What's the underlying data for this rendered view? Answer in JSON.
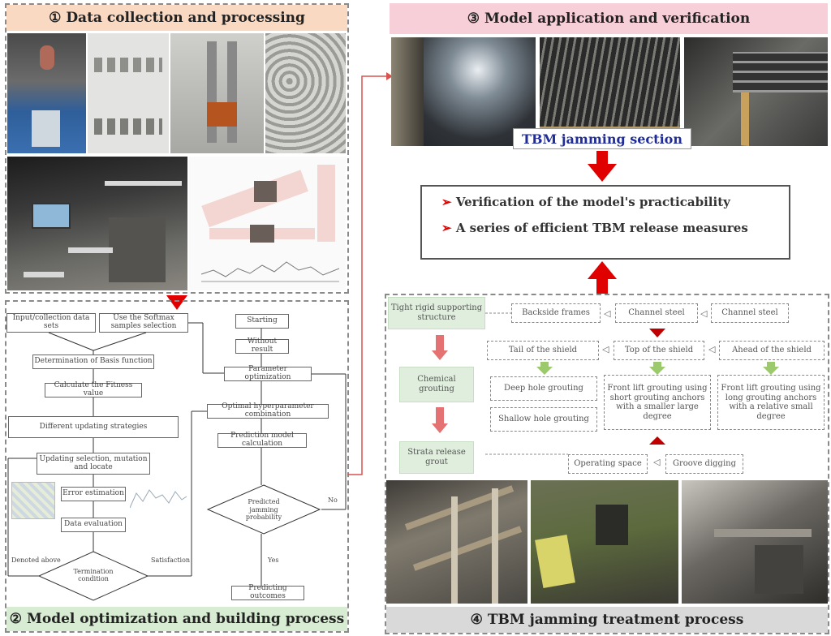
{
  "panels": {
    "p1": {
      "number": "①",
      "title": "Data collection and processing"
    },
    "p2": {
      "number": "②",
      "title": "Model optimization and building process"
    },
    "p3": {
      "number": "③",
      "title": "Model application and verification"
    },
    "p4": {
      "number": "④",
      "title": "TBM jamming treatment process"
    }
  },
  "p3_caption": "TBM jamming section",
  "verification": {
    "items": [
      "Verification of  the model's practicability",
      "A series of efficient TBM release measures"
    ]
  },
  "treatment": {
    "left_steps": [
      "Tight rigid supporting structure",
      "Chemical grouting",
      "Strata release grout"
    ],
    "row1": [
      "Backside frames",
      "Channel steel",
      "Channel steel"
    ],
    "row2": [
      "Tail of the shield",
      "Top of the shield",
      "Ahead of the shield"
    ],
    "left_col": [
      "Deep hole grouting",
      "Shallow hole grouting"
    ],
    "mid_col": "Front lift grouting using short grouting anchors with a smaller large degree",
    "right_col": "Front lift grouting using long grouting anchors with a relative small degree",
    "bottom": [
      "Operating space",
      "Groove digging"
    ]
  },
  "flowchart": {
    "top_left": [
      "Input/collection data sets",
      "Use the Softmax samples selection"
    ],
    "left_steps": [
      "Determination of Basis function",
      "Calculate the Fitness value",
      "Different updating strategies",
      "Updating selection, mutation and locate",
      "Error estimation",
      "Data evaluation"
    ],
    "decision_left": "Termination condition",
    "label_yes_left": "Denoted above",
    "label_no_left": "Satisfaction",
    "right_steps": [
      "Starting",
      "Without result",
      "Parameter optimization",
      "Optimal hyperparameter combination",
      "Prediction model calculation"
    ],
    "decision_right": "Predicted jamming probability",
    "label_no": "No",
    "label_yes": "Yes",
    "end": "Predicting outcomes"
  },
  "colors": {
    "p1_header": "#f9d9c1",
    "p2_header": "#d8ecd3",
    "p3_header": "#f7cfd8",
    "p4_header": "#d9d9d9",
    "arrow": "#e00000",
    "green_arrow": "#9cc96b",
    "connector": "#d9534f"
  }
}
